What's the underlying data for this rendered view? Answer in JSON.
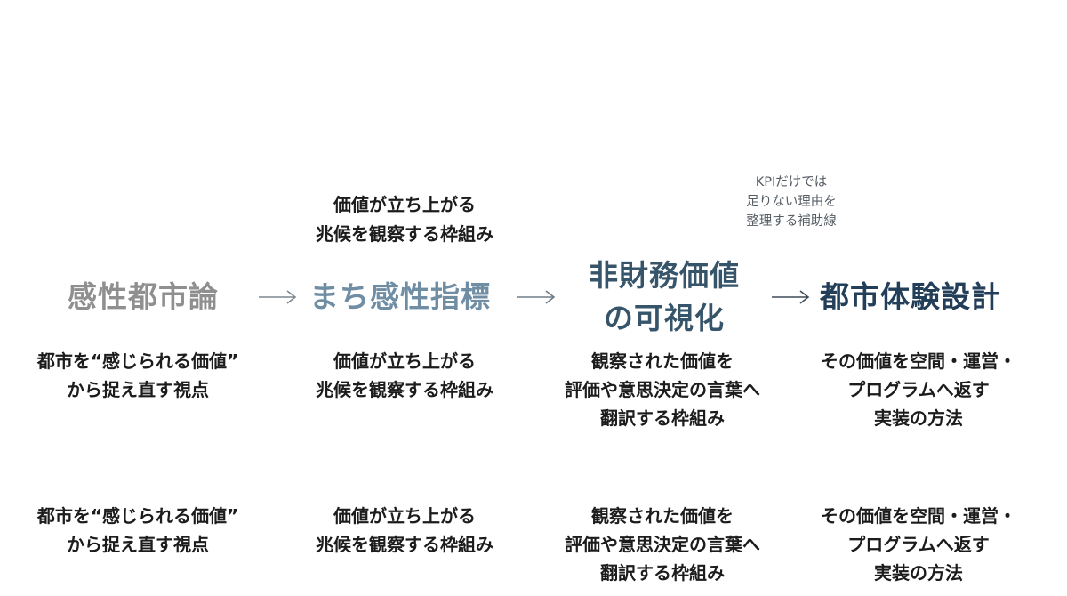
{
  "top_desc": [
    "価値が立ち上がる",
    "兆候を観察する枠組み"
  ],
  "kpi_note": [
    "KPIだけでは",
    "足りない理由を",
    "整理する補助線"
  ],
  "stages": [
    {
      "title": "感性都市論",
      "color": "#8f8f8f",
      "desc": [
        "都市を“感じられる価値”",
        "から捉え直す視点"
      ]
    },
    {
      "title": "まち感性指標",
      "color": "#6f8da3",
      "desc": [
        "価値が立ち上がる",
        "兆候を観察する枠組み"
      ]
    },
    {
      "title_lines": [
        "非財務価値",
        "の可視化"
      ],
      "color": "#36546a",
      "desc": [
        "観察された価値を",
        "評価や意思決定の言葉へ",
        "翻訳する枠組み"
      ]
    },
    {
      "title": "都市体験設計",
      "color": "#223e58",
      "desc": [
        "その価値を空間・運営・",
        "プログラムへ返す",
        "実装の方法"
      ]
    }
  ],
  "arrow_color": "#5f6b75"
}
